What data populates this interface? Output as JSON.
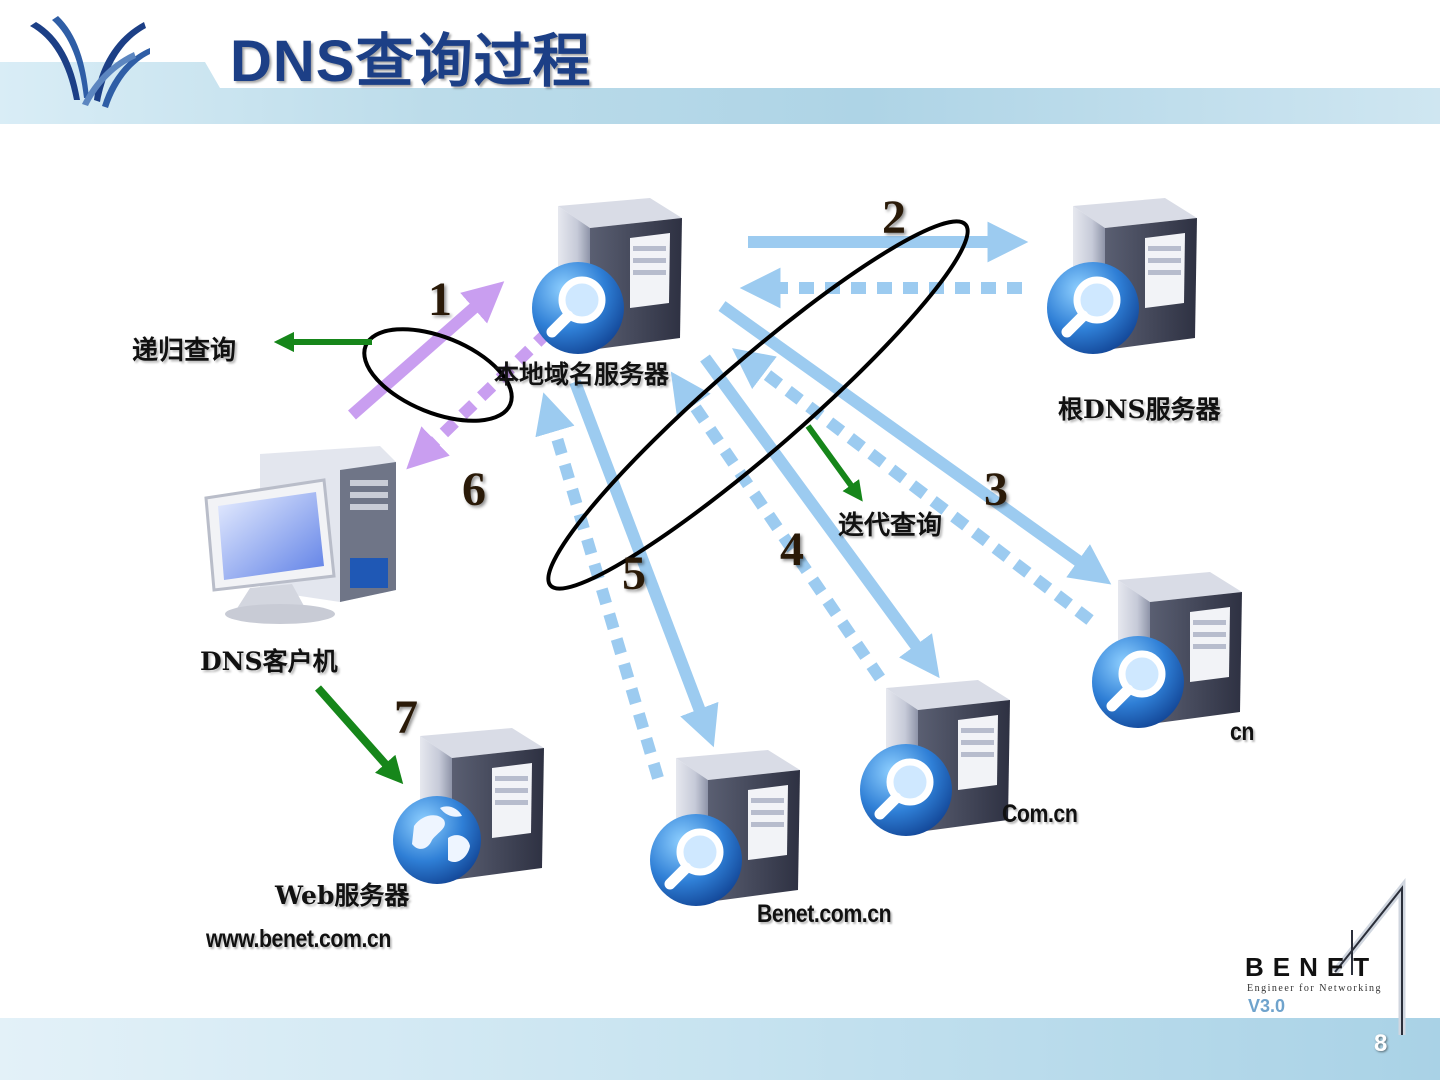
{
  "slide": {
    "title": "DNS查询过程",
    "page_number": "8"
  },
  "nodes": {
    "local_server": "本地域名服务器",
    "root_server": "根DNS服务器",
    "client": "DNS客户机",
    "web_server": "Web服务器",
    "web_domain": "www.benet.com.cn",
    "benet_server": "Benet.com.cn",
    "comcn_server": "Com.cn",
    "cn_server": "cn"
  },
  "annotations": {
    "recursive": "递归查询",
    "iterative": "迭代查询"
  },
  "steps": [
    "1",
    "2",
    "3",
    "4",
    "5",
    "6",
    "7"
  ],
  "brand": {
    "name": "BENET",
    "tagline": "Engineer for Networking",
    "version": "V3.0"
  },
  "colors": {
    "title": "#1c3f86",
    "query_arrow": "#9ccbf0",
    "local_arrow": "#c99ef0",
    "annotation_arrow": "#16861a"
  },
  "icons": [
    "server-search-icon",
    "server-globe-icon",
    "desktop-computer-icon",
    "benet-logo-icon"
  ]
}
